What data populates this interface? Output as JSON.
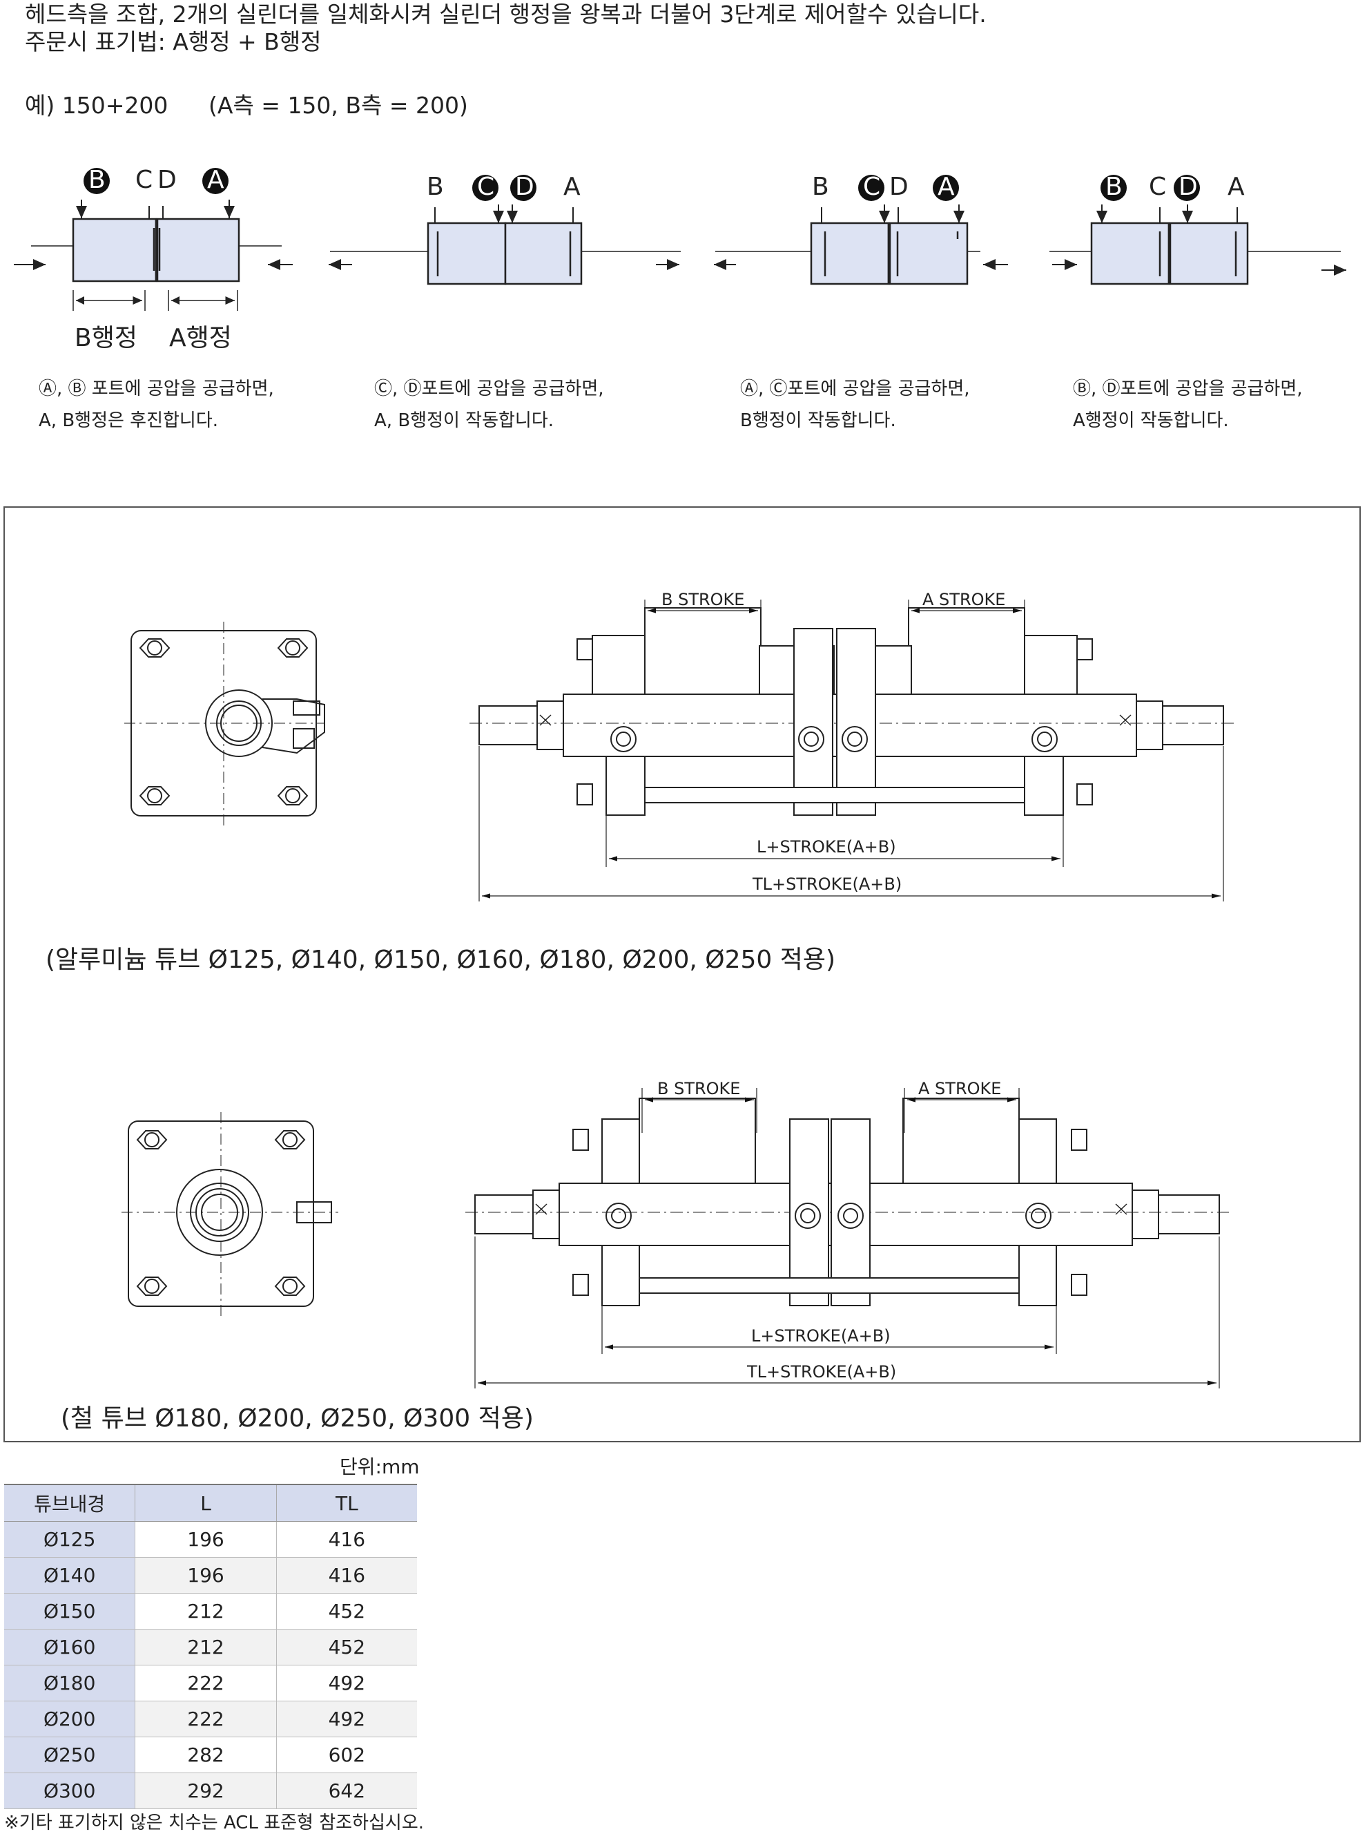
{
  "intro": {
    "line1": "헤드측을 조합, 2개의 실린더를 일체화시켜 실린더 행정을 왕복과 더불어 3단계로 제어할수 있습니다.",
    "line2": "주문시 표기법: A행정 + B행정",
    "example": "예) 150+200",
    "example_detail": "(A측 = 150, B측 = 200)"
  },
  "states": [
    {
      "label_b": "B",
      "label_c": "C",
      "label_d": "D",
      "label_a": "A",
      "stroke_b": "B행정",
      "stroke_a": "A행정",
      "caption1": "Ⓐ, Ⓑ 포트에 공압을 공급하면,",
      "caption2": "A, B행정은 후진합니다."
    },
    {
      "label_b": "B",
      "label_c": "C",
      "label_d": "D",
      "label_a": "A",
      "caption1": "Ⓒ, Ⓓ포트에 공압을 공급하면,",
      "caption2": "A, B행정이 작동합니다."
    },
    {
      "label_b": "B",
      "label_c": "C",
      "label_d": "D",
      "label_a": "A",
      "caption1": "Ⓐ, Ⓒ포트에 공압을 공급하면,",
      "caption2": "B행정이 작동합니다."
    },
    {
      "label_b": "B",
      "label_c": "C",
      "label_d": "D",
      "label_a": "A",
      "caption1": "Ⓑ, Ⓓ포트에 공압을 공급하면,",
      "caption2": "A행정이 작동합니다."
    }
  ],
  "drawings": [
    {
      "b_stroke": "B  STROKE",
      "a_stroke": "A  STROKE",
      "l_dim": "L+STROKE(A+B)",
      "tl_dim": "TL+STROKE(A+B)",
      "caption": "(알루미늄 튜브 Ø125, Ø140, Ø150, Ø160, Ø180, Ø200, Ø250 적용)"
    },
    {
      "b_stroke": "B  STROKE",
      "a_stroke": "A  STROKE",
      "l_dim": "L+STROKE(A+B)",
      "tl_dim": "TL+STROKE(A+B)",
      "caption": "(철 튜브 Ø180, Ø200, Ø250, Ø300 적용)"
    }
  ],
  "table": {
    "unit": "단위:mm",
    "headers": [
      "튜브내경",
      "L",
      "TL"
    ],
    "rows": [
      [
        "Ø125",
        "196",
        "416"
      ],
      [
        "Ø140",
        "196",
        "416"
      ],
      [
        "Ø150",
        "212",
        "452"
      ],
      [
        "Ø160",
        "212",
        "452"
      ],
      [
        "Ø180",
        "222",
        "492"
      ],
      [
        "Ø200",
        "222",
        "492"
      ],
      [
        "Ø250",
        "282",
        "602"
      ],
      [
        "Ø300",
        "292",
        "642"
      ]
    ],
    "footnote": "※기타 표기하지 않은 치수는 ACL 표준형 참조하십시오."
  },
  "colors": {
    "cylinder_fill": "#dde3f3",
    "table_header": "#d5dbee",
    "table_alt": "#f2f2f2"
  }
}
